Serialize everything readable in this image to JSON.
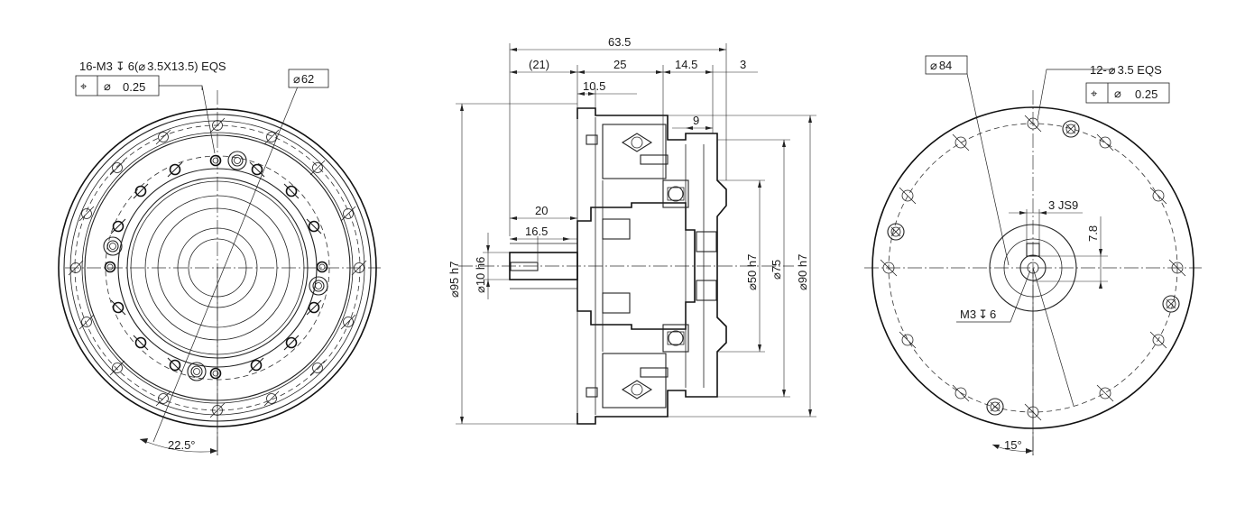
{
  "views": {
    "front": {
      "thread_callout": "16-M3",
      "depth_symbol": "↧",
      "thread_callout_rest": "6(",
      "diameter_symbol": "⌀",
      "thread_callout_tail": "3.5X13.5) EQS",
      "fcf": {
        "position_symbol": "⌖",
        "diameter_symbol": "⌀",
        "tolerance": "0.25"
      },
      "pitch_diameter_symbol": "⌀",
      "pitch_diameter": "62",
      "angle": "22.5°"
    },
    "section": {
      "overall_length": "63.5",
      "ref_length": "(21)",
      "length_25": "25",
      "length_14_5": "14.5",
      "length_3": "3",
      "length_10_5": "10.5",
      "length_9": "9",
      "length_20": "20",
      "length_16_5": "16.5",
      "dia_95": "⌀95 h7",
      "dia_10": "⌀10 h6",
      "dia_50": "⌀50 h7",
      "dia_75": "⌀75",
      "dia_90": "⌀90 h7"
    },
    "rear": {
      "pitch_diameter_symbol": "⌀",
      "pitch_diameter": "84",
      "hole_callout": "12-",
      "hole_diameter_symbol": "⌀",
      "hole_callout_tail": "3.5 EQS",
      "fcf": {
        "position_symbol": "⌖",
        "diameter_symbol": "⌀",
        "tolerance": "0.25"
      },
      "keyway": "3 JS9",
      "key_depth": "7.8",
      "tap": "M3",
      "tap_depth_symbol": "↧",
      "tap_depth": "6",
      "angle": "15°"
    }
  }
}
